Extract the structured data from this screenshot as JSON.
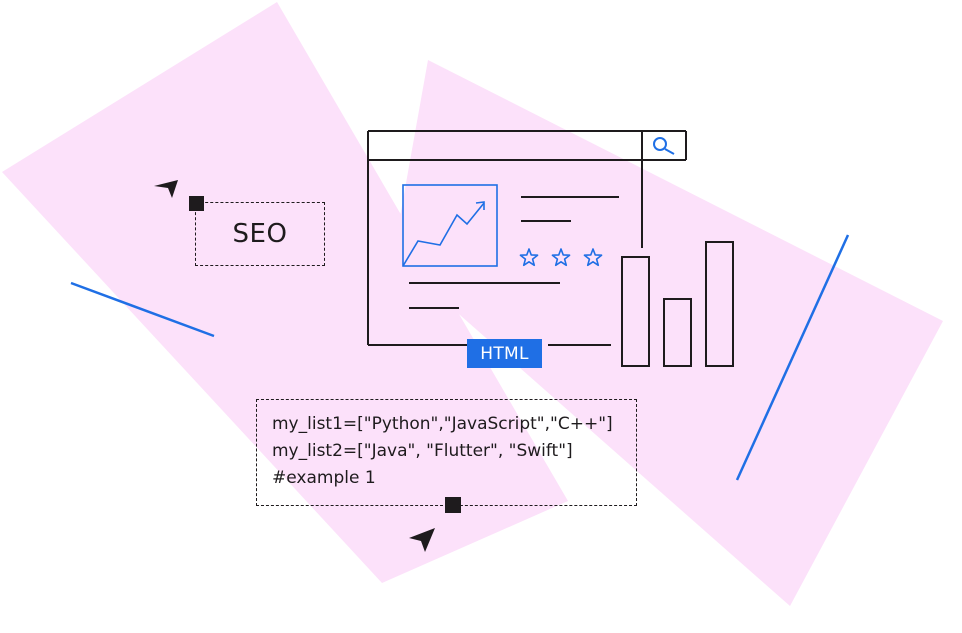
{
  "colors": {
    "background": "#ffffff",
    "pink_shape": "#fce1fa",
    "accent_blue": "#1f6fe5",
    "ink": "#1e1b1d"
  },
  "seo": {
    "label": "SEO"
  },
  "browser": {
    "search_icon": "magnifier-icon",
    "rating_icon": "star-outline-icon",
    "rating_star_count": 3,
    "badge_label": "HTML"
  },
  "code": {
    "lines": [
      "my_list1=[\"Python\",\"JavaScript\",\"C++\"]",
      "my_list2=[\"Java\", \"Flutter\", \"Swift\"]",
      "#example 1"
    ]
  },
  "icons": {
    "cursor": "cursor-arrow-icon",
    "trend": "trend-up-chart-icon",
    "bars": "bar-chart-icon"
  }
}
